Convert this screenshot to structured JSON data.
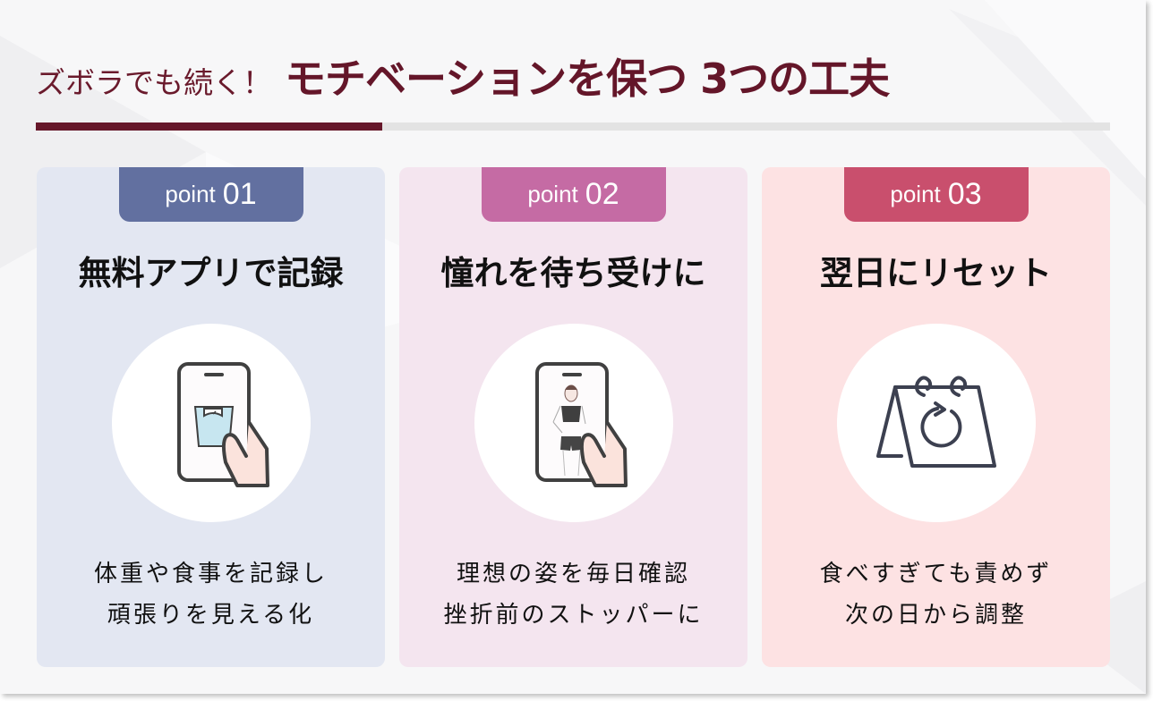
{
  "header": {
    "title_prefix": "ズボラでも続く！",
    "title_main": "モチベーションを保つ 3つの工夫"
  },
  "colors": {
    "title": "#641629",
    "rule_accent": "#66172a",
    "rule_track": "#e3e3e3",
    "background": "#f7f7f8"
  },
  "cards": [
    {
      "badge_label": "point",
      "badge_number": "01",
      "badge_color": "#6270a0",
      "card_color": "#e3e7f2",
      "title": "無料アプリで記録",
      "icon": "phone-scale-icon",
      "description_line1": "体重や食事を記録し",
      "description_line2": "頑張りを見える化"
    },
    {
      "badge_label": "point",
      "badge_number": "02",
      "badge_color": "#c56ba4",
      "card_color": "#f4e5ef",
      "title": "憧れを待ち受けに",
      "icon": "phone-model-wallpaper-icon",
      "description_line1": "理想の姿を毎日確認",
      "description_line2": "挫折前のストッパーに"
    },
    {
      "badge_label": "point",
      "badge_number": "03",
      "badge_color": "#c94f6d",
      "card_color": "#fde2e3",
      "title": "翌日にリセット",
      "icon": "calendar-reset-icon",
      "description_line1": "食べすぎても責めず",
      "description_line2": "次の日から調整"
    }
  ]
}
